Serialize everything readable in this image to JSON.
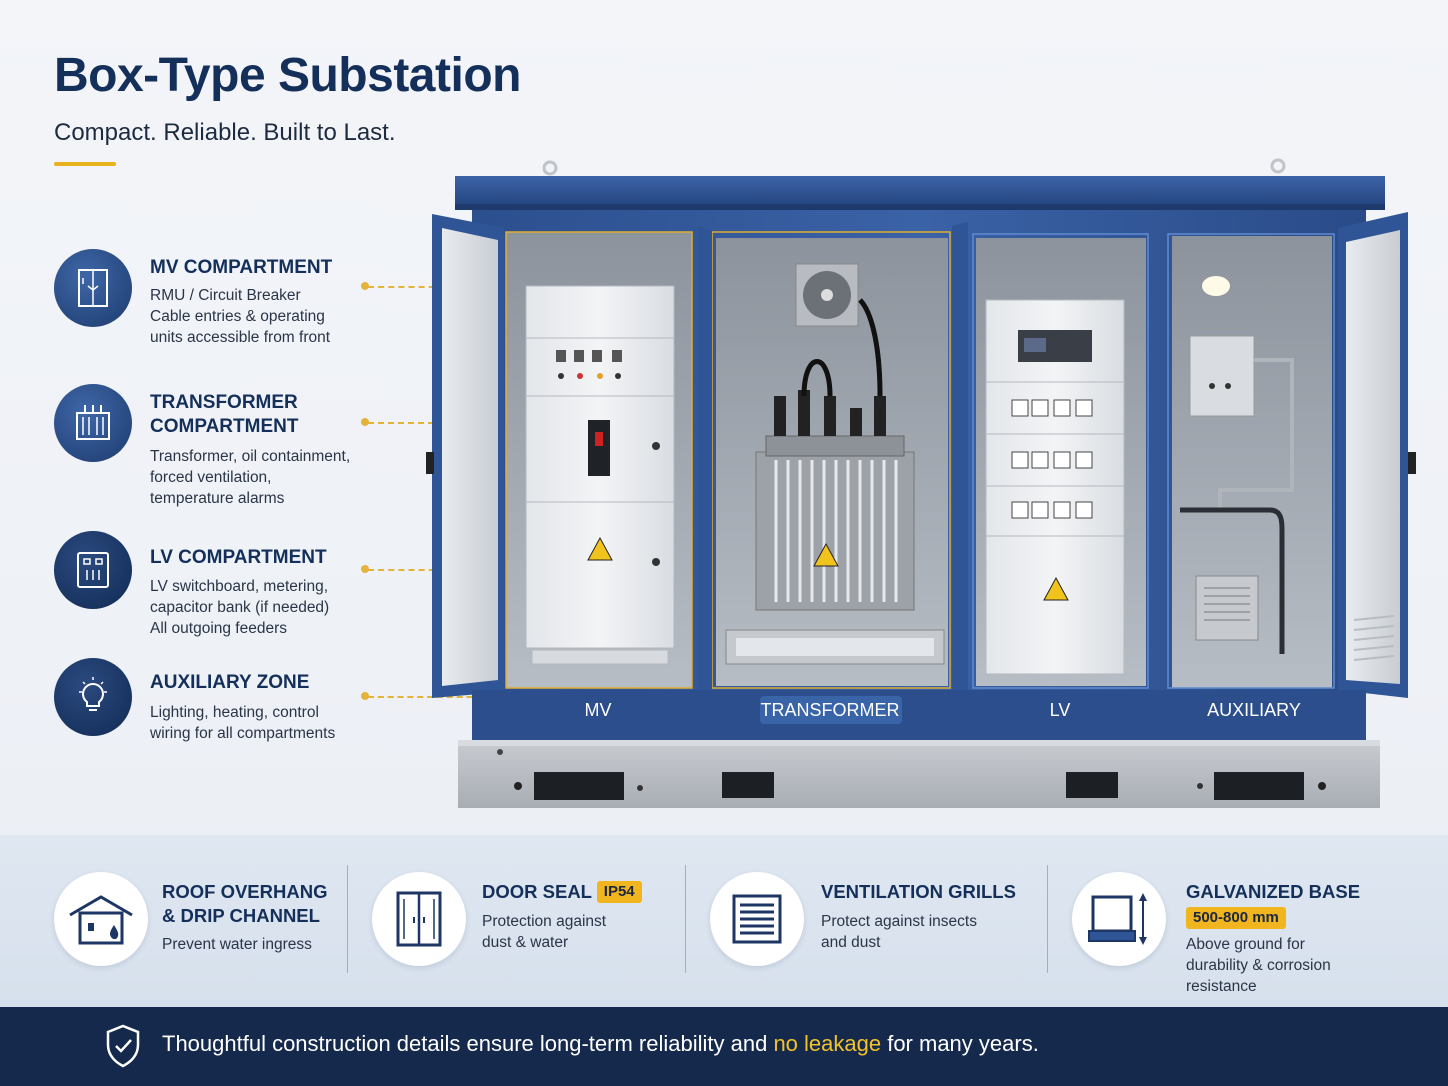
{
  "header": {
    "title": "Box-Type Substation",
    "subtitle": "Compact. Reliable. Built to Last."
  },
  "features": [
    {
      "title_lines": [
        "MV COMPARTMENT"
      ],
      "desc_lines": [
        "RMU / Circuit Breaker",
        "Cable entries & operating",
        "units accessible from front"
      ],
      "icon": "mv-panel-icon"
    },
    {
      "title_lines": [
        "TRANSFORMER",
        "COMPARTMENT"
      ],
      "desc_lines": [
        "Transformer, oil containment,",
        "forced ventilation,",
        "temperature alarms"
      ],
      "icon": "transformer-icon"
    },
    {
      "title_lines": [
        "LV COMPARTMENT"
      ],
      "desc_lines": [
        "LV switchboard, metering,",
        "capacitor bank (if needed)",
        "All outgoing feeders"
      ],
      "icon": "lv-switchboard-icon"
    },
    {
      "title_lines": [
        "AUXILIARY ZONE"
      ],
      "desc_lines": [
        "Lighting, heating, control",
        "wiring for all compartments"
      ],
      "icon": "lightbulb-icon"
    }
  ],
  "compartments": [
    "MV",
    "TRANSFORMER",
    "LV",
    "AUXILIARY"
  ],
  "details": [
    {
      "title_lines": [
        "ROOF OVERHANG",
        "& DRIP CHANNEL"
      ],
      "badge": "",
      "desc_lines": [
        "Prevent water ingress"
      ],
      "icon": "roof-drip-icon"
    },
    {
      "title_lines": [
        "DOOR SEAL"
      ],
      "badge": "IP54",
      "desc_lines": [
        "Protection against",
        "dust & water"
      ],
      "icon": "door-seal-icon"
    },
    {
      "title_lines": [
        "VENTILATION GRILLS"
      ],
      "badge": "",
      "desc_lines": [
        "Protect against insects",
        "and dust"
      ],
      "icon": "ventilation-grill-icon"
    },
    {
      "title_lines": [
        "GALVANIZED BASE"
      ],
      "badge": "500-800 mm",
      "desc_lines": [
        "Above ground for",
        "durability & corrosion",
        "resistance"
      ],
      "icon": "galvanized-base-icon"
    }
  ],
  "footer": {
    "text_before": "Thoughtful construction details ensure long-term reliability and ",
    "highlight": "no leakage",
    "text_after": " for many years."
  },
  "colors": {
    "navy": "#14305a",
    "enclosure_blue": "#2f5597",
    "accent_yellow": "#e8b21e",
    "footer_bg": "#15294c"
  }
}
